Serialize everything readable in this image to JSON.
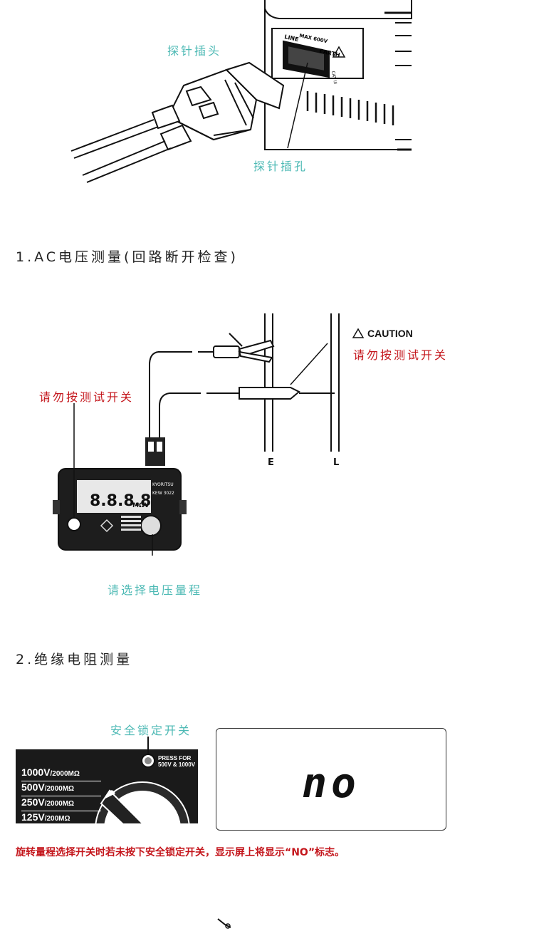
{
  "section0": {
    "probe_plug_label": "探针插头",
    "probe_socket_label": "探针插孔",
    "panel_line": "LINE",
    "panel_max": "MAX 600V",
    "panel_earth": "EARTH",
    "panel_cat": "CAT III"
  },
  "section1": {
    "heading": "1.AC电压测量(回路断开检查)",
    "caution_title": "CAUTION",
    "caution_text": "请勿按测试开关",
    "left_warning": "请勿按测试开关",
    "range_select": "请选择电压量程",
    "line_e": "E",
    "line_l": "L",
    "meter_display": "8.8.8.8",
    "meter_unit": "MΩV",
    "meter_brand": "KYORITSU",
    "meter_model": "KEW 3022"
  },
  "section2": {
    "heading": "2.绝缘电阻测量",
    "lock_switch_label": "安全锁定开关",
    "press_for": "PRESS FOR",
    "press_volts": "500V & 1000V",
    "ranges": [
      {
        "v": "1000V",
        "r": "/2000MΩ"
      },
      {
        "v": "500V",
        "r": "/2000MΩ"
      },
      {
        "v": "250V",
        "r": "/2000MΩ"
      },
      {
        "v": "125V",
        "r": "/200MΩ"
      }
    ],
    "display_text": "no",
    "note": "旋转量程选择开关时若未按下安全锁定开关，显示屏上将显示“NO”标志。"
  },
  "colors": {
    "teal": "#4cb9b4",
    "red": "#c4161c",
    "dark": "#222222"
  }
}
